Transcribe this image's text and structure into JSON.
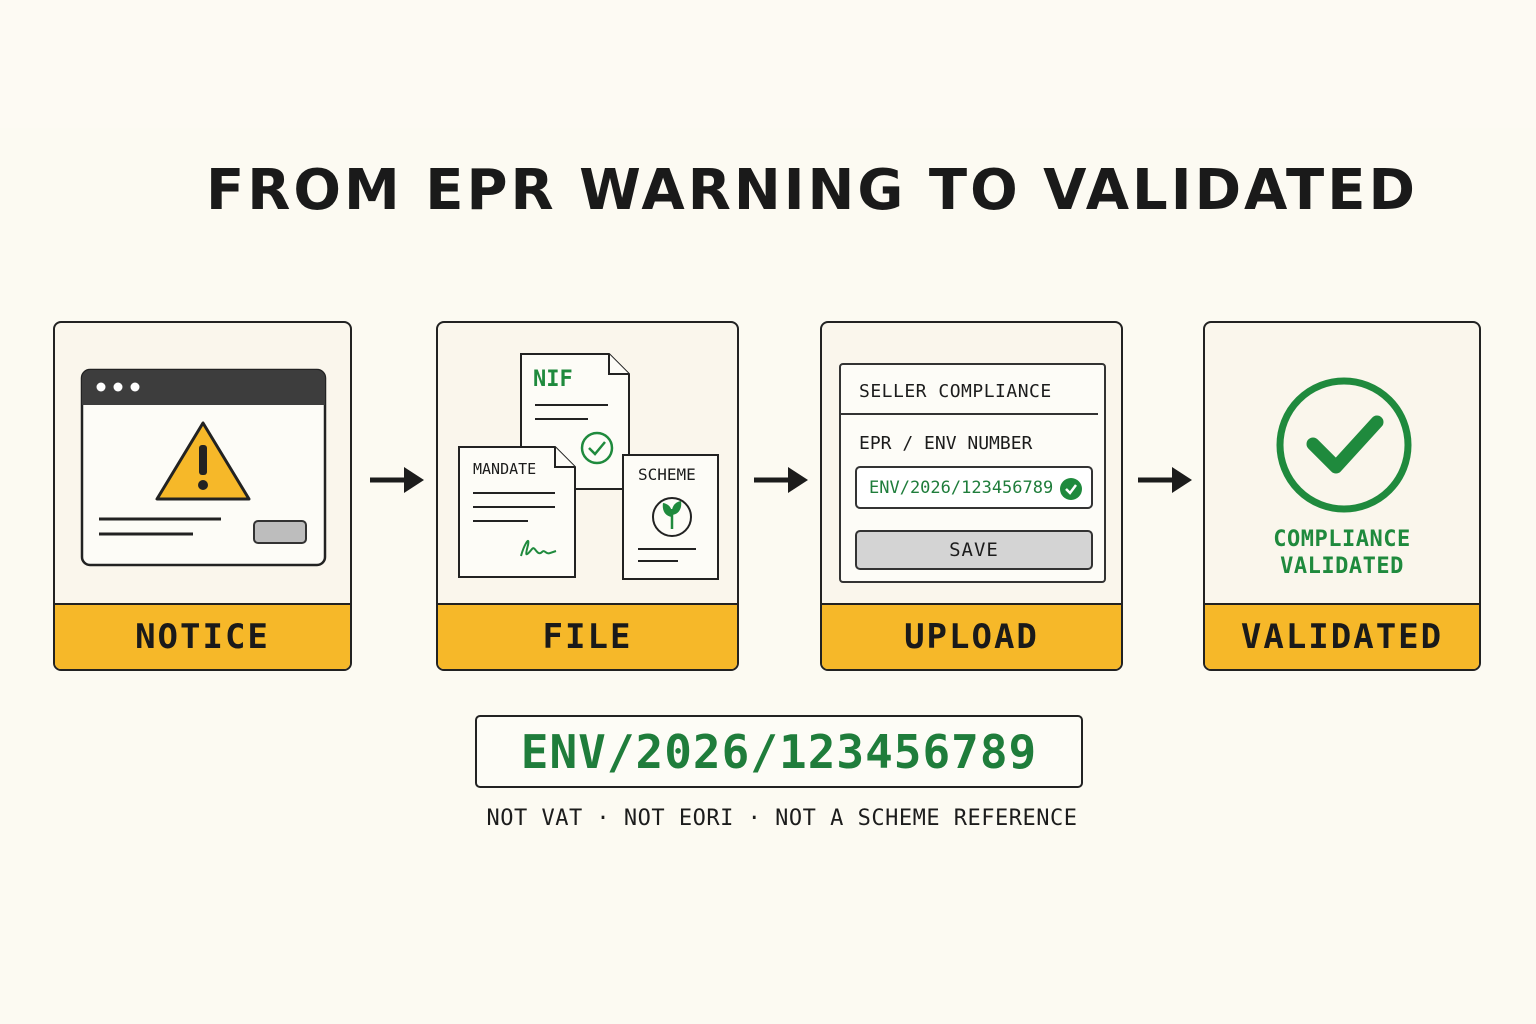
{
  "title": "FROM EPR WARNING TO VALIDATED",
  "steps": [
    {
      "label": "NOTICE"
    },
    {
      "label": "FILE"
    },
    {
      "label": "UPLOAD"
    },
    {
      "label": "VALIDATED"
    }
  ],
  "file_docs": {
    "nif": "NIF",
    "mandate": "MANDATE",
    "scheme": "SCHEME"
  },
  "upload_form": {
    "title": "SELLER COMPLIANCE",
    "field_label": "EPR / ENV NUMBER",
    "field_value": "ENV/2026/123456789",
    "save_label": "SAVE"
  },
  "validated": {
    "text": "COMPLIANCE\nVALIDATED"
  },
  "code": "ENV/2026/123456789",
  "disclaimer": "NOT VAT · NOT EORI · NOT A SCHEME REFERENCE",
  "colors": {
    "accent_yellow": "#f6b829",
    "success_green": "#1f8a3d",
    "ink": "#1c1c1c",
    "background": "#fcfaf2"
  },
  "icons": [
    "warning-icon",
    "browser-window-icon",
    "document-icon",
    "checkmark-icon",
    "signature-icon",
    "leaf-icon",
    "arrow-right-icon",
    "check-circle-icon"
  ]
}
